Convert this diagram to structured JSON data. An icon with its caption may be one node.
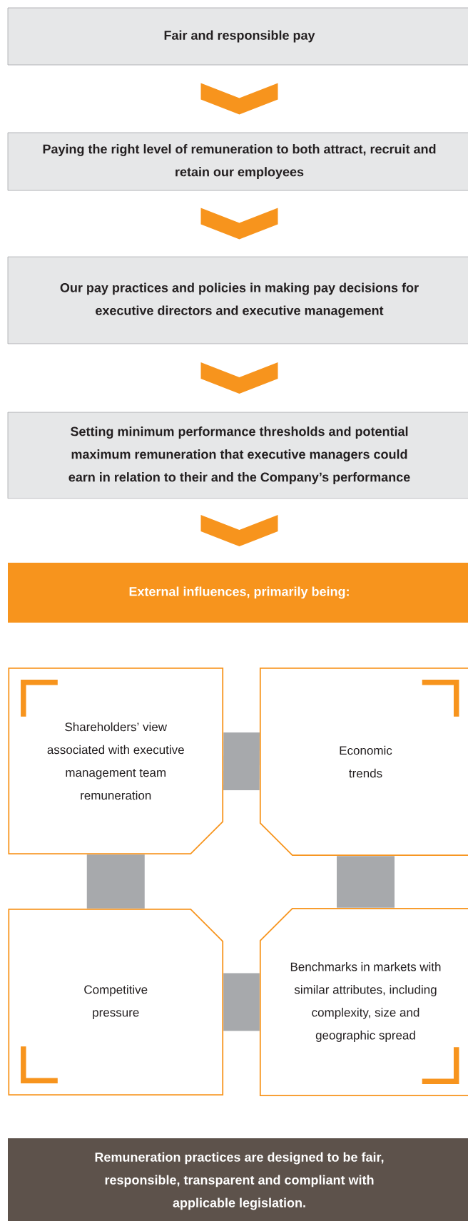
{
  "diagram": {
    "nodes": [
      {
        "text": [
          "Fair and responsible pay"
        ]
      },
      {
        "text": [
          "Paying the right level of remuneration to both attract, recruit and retain our employees"
        ]
      },
      {
        "text": [
          "Our pay practices and policies in making pay decisions for executive directors and executive management"
        ]
      },
      {
        "text": [
          "Setting minimum performance thresholds and potential maximum remuneration that executive managers could earn in relation to their and the Company’s performance"
        ]
      },
      {
        "text": [
          "External influences, primarily being:"
        ]
      },
      {
        "text": [
          "Shareholders’ view associated with executive management team remuneration"
        ]
      },
      {
        "text": [
          "Economic trends"
        ]
      },
      {
        "text": [
          "Competitive pressure"
        ]
      },
      {
        "text": [
          "Benchmarks in markets with similar attributes, including complexity, size and geographic spread"
        ]
      },
      {
        "text": [
          "Remuneration practices are designed to be fair, responsible, transparent and compliant with applicable legislation."
        ]
      }
    ],
    "edges": [
      {
        "from": 0,
        "to": 1,
        "arrow": "to",
        "color": "#f7941d"
      },
      {
        "from": 1,
        "to": 2,
        "arrow": "to",
        "color": "#f7941d"
      },
      {
        "from": 2,
        "to": 3,
        "arrow": "to",
        "color": "#f7941d"
      },
      {
        "from": 3,
        "to": 4,
        "arrow": "to",
        "color": "#f7941d"
      },
      {
        "from": 5,
        "to": 6,
        "arrow": "none",
        "color": "#a7a9ac"
      },
      {
        "from": 5,
        "to": 7,
        "arrow": "none",
        "color": "#a7a9ac"
      },
      {
        "from": 6,
        "to": 8,
        "arrow": "none",
        "color": "#a7a9ac"
      },
      {
        "from": 7,
        "to": 8,
        "arrow": "none",
        "color": "#a7a9ac"
      }
    ]
  }
}
